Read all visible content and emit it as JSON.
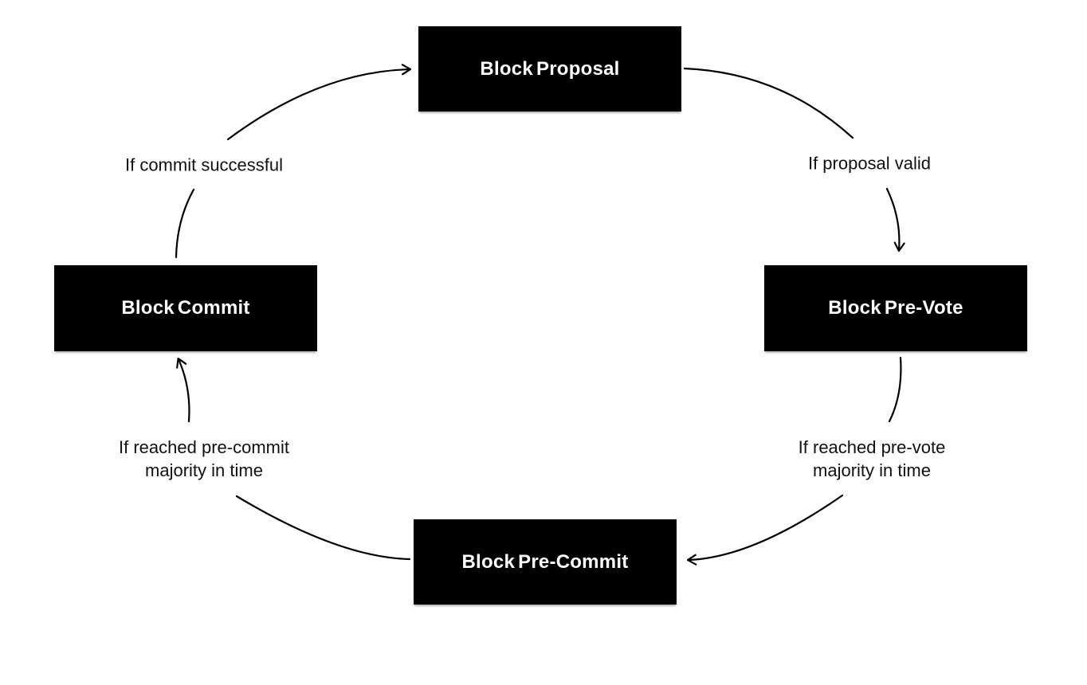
{
  "diagram": {
    "type": "cycle",
    "background": "#ffffff",
    "node_fill": "#000000",
    "node_text_color": "#ffffff",
    "line_color": "#000000",
    "nodes": [
      {
        "id": "block-proposal",
        "label": "Block Proposal",
        "position": "top"
      },
      {
        "id": "block-pre-vote",
        "label": "Block Pre-Vote",
        "position": "right"
      },
      {
        "id": "block-pre-commit",
        "label": "Block Pre-Commit",
        "position": "bottom"
      },
      {
        "id": "block-commit",
        "label": "Block Commit",
        "position": "left"
      }
    ],
    "edges": [
      {
        "from": "block-proposal",
        "to": "block-pre-vote",
        "label": "If proposal valid"
      },
      {
        "from": "block-pre-vote",
        "to": "block-pre-commit",
        "label": "If reached pre-vote majority in time"
      },
      {
        "from": "block-pre-commit",
        "to": "block-commit",
        "label": "If reached pre-commit majority in time"
      },
      {
        "from": "block-commit",
        "to": "block-proposal",
        "label": "If commit successful"
      }
    ]
  }
}
